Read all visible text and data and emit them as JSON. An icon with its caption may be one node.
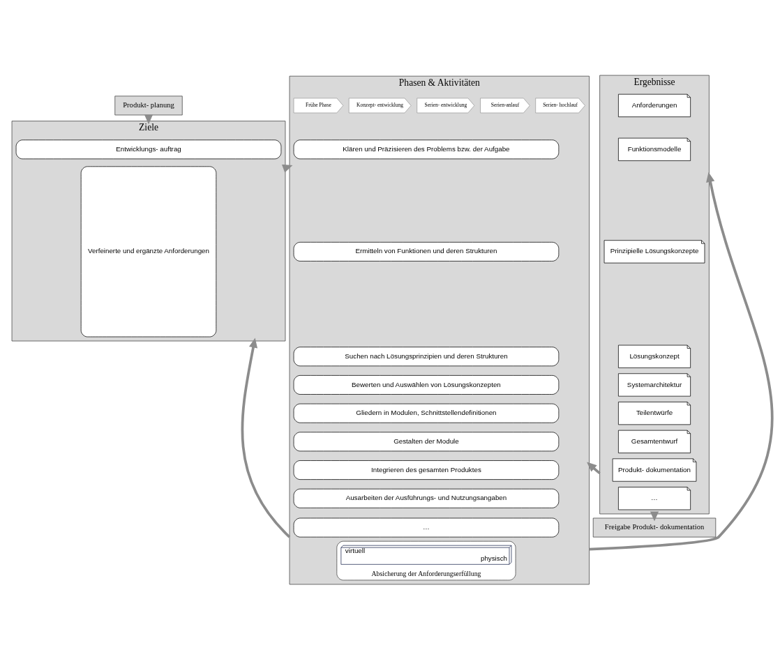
{
  "diagram": {
    "nodes": [
      {
        "text": [
          "Produkt- planung"
        ]
      },
      {
        "text": [
          "Ziele"
        ]
      },
      {
        "text": [
          "Entwicklungs- auftrag"
        ],
        "in": 1
      },
      {
        "text": [
          "Verfeinerte und ergänzte Anforderungen"
        ],
        "in": 1
      },
      {
        "text": [
          "Phasen & Aktivitäten"
        ]
      },
      {
        "text": [
          "Frühe Phase"
        ],
        "in": 4
      },
      {
        "text": [
          "Konzept- entwicklung"
        ],
        "in": 4
      },
      {
        "text": [
          "Serien- entwicklung"
        ],
        "in": 4
      },
      {
        "text": [
          "Serien-anlauf"
        ],
        "in": 4
      },
      {
        "text": [
          "Serien- hochlauf"
        ],
        "in": 4
      },
      {
        "text": [
          "Klären und Präzisieren des Problems bzw. der Aufgabe"
        ],
        "in": 4
      },
      {
        "text": [
          "Ermitteln von Funktionen und deren Strukturen"
        ],
        "in": 4
      },
      {
        "text": [
          "Suchen nach Lösungsprinzipien und deren Strukturen"
        ],
        "in": 4
      },
      {
        "text": [
          "Bewerten und Auswählen von Lösungskonzepten"
        ],
        "in": 4
      },
      {
        "text": [
          "Gliedern in Modulen, Schnittstellendefinitionen"
        ],
        "in": 4
      },
      {
        "text": [
          "Gestalten der Module"
        ],
        "in": 4
      },
      {
        "text": [
          "Integrieren des gesamten Produktes"
        ],
        "in": 4
      },
      {
        "text": [
          "Ausarbeiten der Ausführungs- und Nutzungsangaben"
        ],
        "in": 4
      },
      {
        "text": [
          "…"
        ],
        "in": 4
      },
      {
        "text": [
          "Absicherung der Anforderungserfüllung"
        ],
        "in": 4
      },
      {
        "text": [
          "virtuell",
          "physisch"
        ],
        "in": 19
      },
      {
        "text": [
          "Ergebnisse"
        ]
      },
      {
        "text": [
          "Anforderungen"
        ],
        "in": 21
      },
      {
        "text": [
          "Funktionsmodelle"
        ],
        "in": 21
      },
      {
        "text": [
          "Prinzipielle Lösungskonzepte"
        ],
        "in": 21
      },
      {
        "text": [
          "Lösungskonzept"
        ],
        "in": 21
      },
      {
        "text": [
          "Systemarchitektur"
        ],
        "in": 21
      },
      {
        "text": [
          "Teilentwürfe"
        ],
        "in": 21
      },
      {
        "text": [
          "Gesamtentwurf"
        ],
        "in": 21
      },
      {
        "text": [
          "Produkt- dokumentation"
        ],
        "in": 21
      },
      {
        "text": [
          "…"
        ],
        "in": 21
      },
      {
        "text": [
          "Freigabe Produkt- dokumentation"
        ]
      }
    ],
    "edges": [
      {
        "from": 0,
        "to": 1,
        "arrow": "to"
      },
      {
        "from": 1,
        "to": 4,
        "arrow": "to"
      },
      {
        "from": 4,
        "to": 21,
        "arrow": "to"
      },
      {
        "from": 21,
        "to": 4,
        "arrow": "to"
      },
      {
        "from": 4,
        "to": 1,
        "arrow": "to"
      },
      {
        "from": 21,
        "to": 31,
        "arrow": "to"
      }
    ]
  }
}
